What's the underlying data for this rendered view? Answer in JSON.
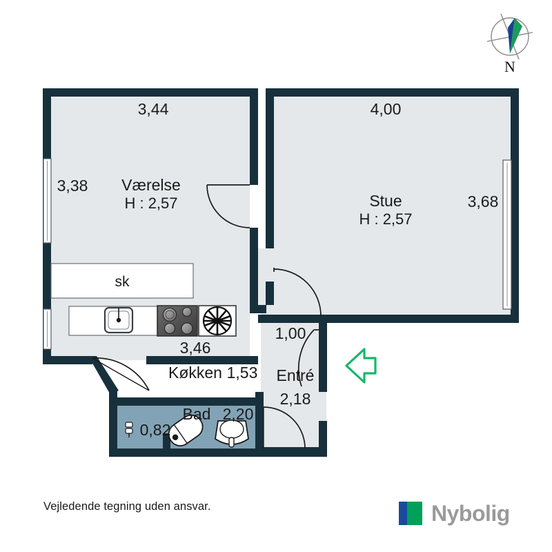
{
  "plan": {
    "title": "Floor plan",
    "colors": {
      "wall": "#17303c",
      "room_fill": "#e4e8ea",
      "bath_fill": "#82a3b5",
      "white": "#ffffff",
      "text": "#1a1a1a",
      "arrow_green": "#15b86a",
      "logo_blue": "#1a4a9c",
      "logo_green": "#00a05a",
      "logo_gray": "#9a9a9a"
    },
    "rooms": [
      {
        "id": "vaerelse",
        "name": "Værelse",
        "height_label": "H : 2,57",
        "dims": {
          "top": "3,44",
          "left": "3,38"
        }
      },
      {
        "id": "stue",
        "name": "Stue",
        "height_label": "H : 2,57",
        "dims": {
          "top": "4,00",
          "right": "3,68"
        }
      },
      {
        "id": "kokken",
        "name": "Køkken",
        "height_label": "",
        "dims": {
          "top": "3,46",
          "width": "1,53"
        }
      },
      {
        "id": "entre",
        "name": "Entré",
        "height_label": "",
        "dims": {
          "top": "1,00",
          "width": "2,18"
        }
      },
      {
        "id": "bad",
        "name": "Bad",
        "height_label": "",
        "dims": {
          "top": "2,20",
          "width": "0,82"
        }
      }
    ],
    "labels": {
      "vaerelse_name": "Værelse",
      "vaerelse_h": "H : 2,57",
      "vaerelse_dim_top": "3,44",
      "vaerelse_dim_left": "3,38",
      "stue_name": "Stue",
      "stue_h": "H : 2,57",
      "stue_dim_top": "4,00",
      "stue_dim_right": "3,68",
      "kokken_name": "Køkken",
      "kokken_dim_top": "3,46",
      "kokken_dim_w": "1,53",
      "entre_name": "Entré",
      "entre_dim_top": "1,00",
      "entre_dim_w": "2,18",
      "bad_name": "Bad",
      "bad_dim_top": "2,20",
      "bad_dim_w": "0,82",
      "closet": "sk"
    },
    "fixtures": [
      {
        "name": "kitchen-sink",
        "label": ""
      },
      {
        "name": "kitchen-stove",
        "label": ""
      },
      {
        "name": "kitchen-fan",
        "label": ""
      },
      {
        "name": "bath-tub",
        "label": ""
      },
      {
        "name": "bath-toilet",
        "label": ""
      },
      {
        "name": "bath-sink",
        "label": ""
      },
      {
        "name": "closet-sk",
        "label": "sk"
      }
    ],
    "compass": {
      "north_label": "N"
    },
    "entrance_arrow": {
      "direction": "left",
      "color": "#15b86a"
    }
  },
  "footer": {
    "disclaimer": "Vejledende tegning uden ansvar.",
    "brand": "Nybolig"
  }
}
